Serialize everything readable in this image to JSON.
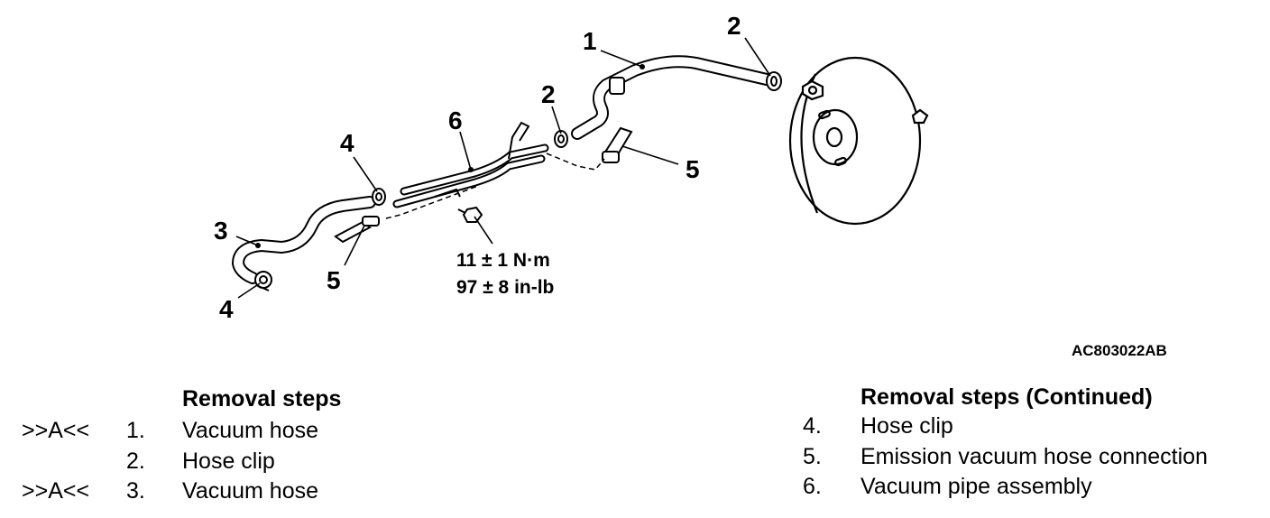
{
  "figure": {
    "callouts": [
      {
        "id": "c1",
        "text": "1"
      },
      {
        "id": "c2a",
        "text": "2"
      },
      {
        "id": "c2b",
        "text": "2"
      },
      {
        "id": "c3",
        "text": "3"
      },
      {
        "id": "c4a",
        "text": "4"
      },
      {
        "id": "c4b",
        "text": "4"
      },
      {
        "id": "c5a",
        "text": "5"
      },
      {
        "id": "c5b",
        "text": "5"
      },
      {
        "id": "c6",
        "text": "6"
      }
    ],
    "torque_nm": "11 ± 1 N·m",
    "torque_inlb": "97 ± 8 in-lb",
    "figure_code": "AC803022AB"
  },
  "steps_left": {
    "heading": "Removal steps",
    "items": [
      {
        "mark": ">>A<<",
        "num": "1.",
        "name": "Vacuum hose"
      },
      {
        "mark": "",
        "num": "2.",
        "name": "Hose clip"
      },
      {
        "mark": ">>A<<",
        "num": "3.",
        "name": "Vacuum hose"
      }
    ]
  },
  "steps_right": {
    "heading": "Removal steps (Continued)",
    "items": [
      {
        "num": "4.",
        "name": "Hose clip"
      },
      {
        "num": "5.",
        "name": "Emission vacuum hose connection"
      },
      {
        "num": "6.",
        "name": "Vacuum pipe assembly"
      }
    ]
  }
}
